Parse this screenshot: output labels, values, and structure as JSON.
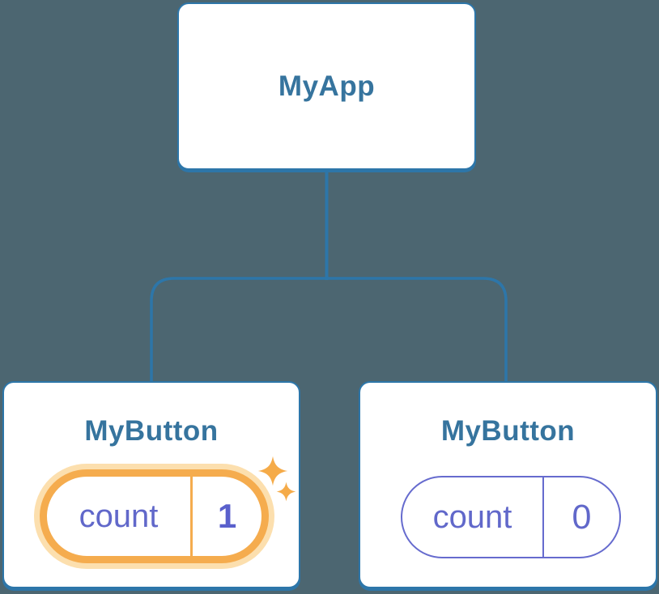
{
  "diagram": {
    "root": {
      "label": "MyApp"
    },
    "left_child": {
      "label": "MyButton",
      "prop": "count",
      "value": "1",
      "highlighted": true
    },
    "right_child": {
      "label": "MyButton",
      "prop": "count",
      "value": "0",
      "highlighted": false
    }
  },
  "icons": {
    "sparkle_large": "sparkle-icon",
    "sparkle_small": "sparkle-icon"
  },
  "colors": {
    "background": "#4c6671",
    "connector": "#2d76a9",
    "node_border": "#2d76a9",
    "node_title": "#36749e",
    "state_text": "#6168ca",
    "state_value_bold": "#5a60cc",
    "highlight_ring": "#f5ac4e",
    "highlight_halo": "#fcdfae",
    "sparkle": "#f5ab49",
    "plain_pill_border": "#666bce",
    "card_bg": "#ffffff"
  }
}
